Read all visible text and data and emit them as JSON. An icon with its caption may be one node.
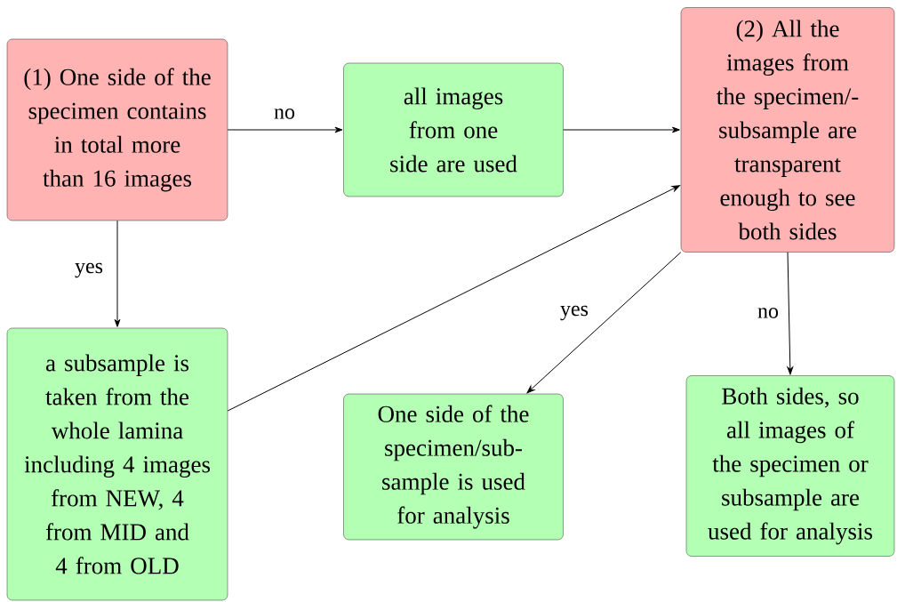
{
  "diagram": {
    "nodes": [
      {
        "text": [
          "(1) One side of the specimen contains in total more than 16 images"
        ]
      },
      {
        "text": [
          "all images from one side are used"
        ]
      },
      {
        "text": [
          "(2) All the images from the specimen/-subsample are transparent enough to see both sides"
        ]
      },
      {
        "text": [
          "a subsample is taken from the whole lamina including 4 images from NEW, 4 from MID and 4 from OLD"
        ]
      },
      {
        "text": [
          "One side of the specimen/sub-sample is used for analysis"
        ]
      },
      {
        "text": [
          "Both sides, so all images of the specimen or subsample are used for analysis"
        ]
      }
    ],
    "edges": [
      {
        "from": 0,
        "to": 1,
        "arrow": "to",
        "label": "no"
      },
      {
        "from": 1,
        "to": 2,
        "arrow": "to"
      },
      {
        "from": 0,
        "to": 3,
        "arrow": "to",
        "label": "yes"
      },
      {
        "from": 3,
        "to": 2,
        "arrow": "to"
      },
      {
        "from": 2,
        "to": 4,
        "arrow": "to",
        "label": "yes"
      },
      {
        "from": 2,
        "to": 5,
        "arrow": "to",
        "label": "no"
      }
    ]
  }
}
